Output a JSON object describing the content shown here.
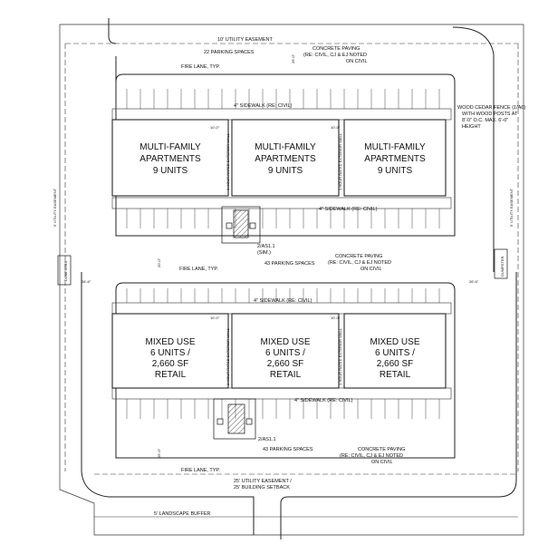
{
  "labels": {
    "utility_easement_top": "10' UTILITY EASEMENT",
    "utility_easement_side": "5' UTILITY EASEMENT",
    "utility_easement_bottom": "25' UTILITY EASEMENT /",
    "building_setback": "25' BUILDING SETBACK",
    "landscape_buffer": "5' LANDSCAPE BUFFER",
    "parking_top": "22 PARKING SPACES",
    "parking_mid": "43 PARKING SPACES",
    "parking_bottom": "43 PARKING SPACES",
    "concrete_1": "CONCRETE PAVING",
    "concrete_2": "(RE: CIVIL, CJ & EJ NOTED",
    "concrete_3": "ON CIVIL",
    "fire_lane": "FIRE LANE, TYP.",
    "sidewalk": "4\" SIDEWALK (RE: CIVIL)",
    "wall_rating": "1 HOUR RATED EXTERIOR WALL",
    "dumpster": "DUMPSTER",
    "sheet_ref_top": "2/AS1.1",
    "sheet_ref_top_sim": "(SIM.)",
    "sheet_ref_bottom": "2/AS1.1",
    "dim_20": "20'-0\"",
    "dim_26_top": "26'-0\"",
    "dim_26": "26'-6\"",
    "dim_25": "25'-0\"",
    "dim_gap": "10'-0\"",
    "fence_1": "WOOD CEDAR FENCE (1/A6)",
    "fence_2": "WITH WOOD POSTS AT",
    "fence_3": "8'-0\" O.C. MAX. 6'-0\"",
    "fence_4": "HEIGHT"
  },
  "buildings_top": [
    {
      "line1": "MULTI-FAMILY",
      "line2": "APARTMENTS",
      "line3": "9 UNITS"
    },
    {
      "line1": "MULTI-FAMILY",
      "line2": "APARTMENTS",
      "line3": "9 UNITS"
    },
    {
      "line1": "MULTI-FAMILY",
      "line2": "APARTMENTS",
      "line3": "9 UNITS"
    }
  ],
  "buildings_bottom": [
    {
      "line1": "MIXED USE",
      "line2": "6 UNITS /",
      "line3": "2,660 SF",
      "line4": "RETAIL"
    },
    {
      "line1": "MIXED USE",
      "line2": "6 UNITS /",
      "line3": "2,660 SF",
      "line4": "RETAIL"
    },
    {
      "line1": "MIXED USE",
      "line2": "6 UNITS /",
      "line3": "2,660 SF",
      "line4": "RETAIL"
    }
  ]
}
